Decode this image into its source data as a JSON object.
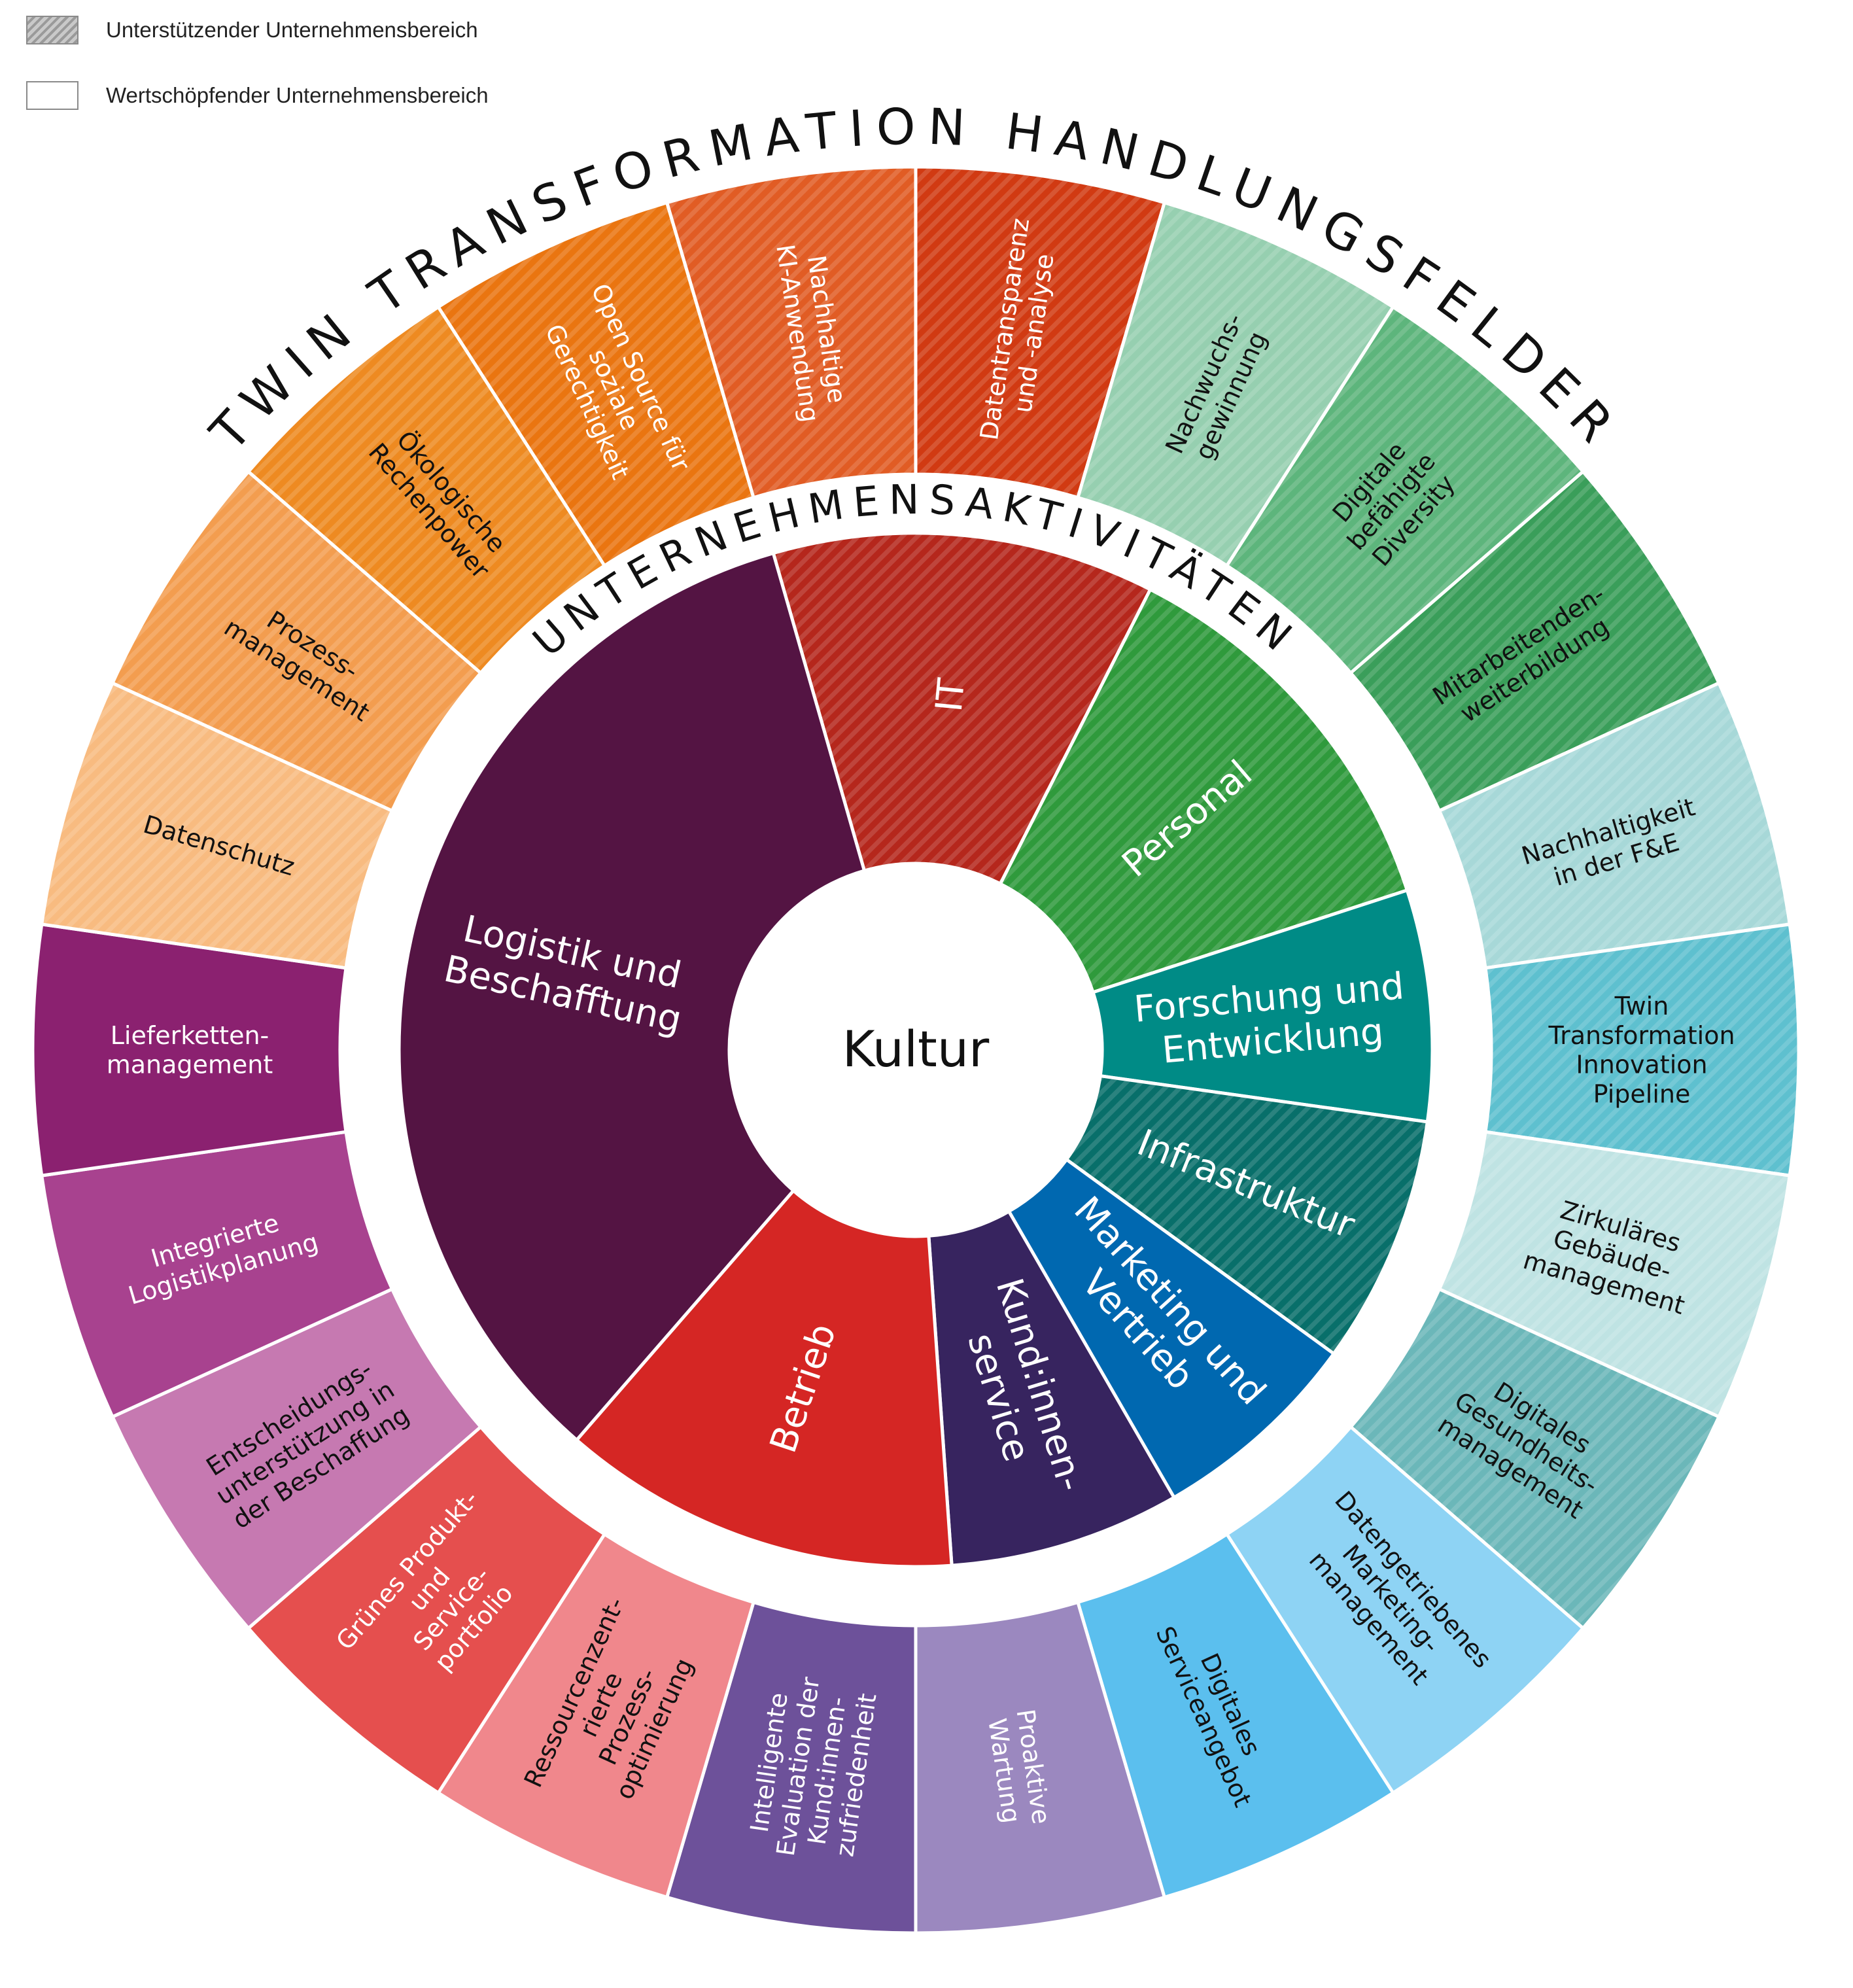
{
  "legend": [
    {
      "label": "Unterstützender Unternehmensbereich",
      "style": "hatched"
    },
    {
      "label": "Wertschöpfender Unternehmensbereich",
      "style": "plain"
    }
  ],
  "outer_title": "TWIN TRANSFORMATION HANDLUNGSFELDER",
  "middle_title": "UNTERNEHMENSAKTIVITÄTEN",
  "center_label": "Kultur",
  "inner_segments": [
    {
      "label": "IT",
      "color": "#b5271c",
      "hatched": true
    },
    {
      "label": "Personal",
      "color": "#2f9a3c",
      "hatched": true
    },
    {
      "label": "Forschung und Entwicklung",
      "color": "#008b86",
      "hatched": false
    },
    {
      "label": "Infrastruktur",
      "color": "#086f6a",
      "hatched": true
    },
    {
      "label": "Marketing und Vertrieb",
      "color": "#0068b0",
      "hatched": false
    },
    {
      "label": "Kund:innen-service",
      "color": "#37245f",
      "hatched": false
    },
    {
      "label": "Betrieb",
      "color": "#d52624",
      "hatched": false
    },
    {
      "label": "Logistik und Beschafftung",
      "color": "#541443",
      "hatched": false
    }
  ],
  "outer_segments": [
    {
      "label": "Datentransparenz und -analyse",
      "color": "#d13a12",
      "hatched": true
    },
    {
      "label": "Nachwuchs-gewinnung",
      "color": "#96cfb0",
      "hatched": true
    },
    {
      "label": "Digitale befähigte Diversity",
      "color": "#5db57c",
      "hatched": true
    },
    {
      "label": "Mitarbeitenden-weiterbildung",
      "color": "#3a9e5a",
      "hatched": true
    },
    {
      "label": "Nachhaltigkeit in der F&E",
      "color": "#a7d8d8",
      "hatched": true
    },
    {
      "label": "Twin Transformation Innovation Pipeline",
      "color": "#5ec0cf",
      "hatched": true
    },
    {
      "label": "Zirkuläres Gebäude-management",
      "color": "#bfe3e3",
      "hatched": true
    },
    {
      "label": "Digitales Gesundheits-management",
      "color": "#6bb7b9",
      "hatched": true
    },
    {
      "label": "Datengetriebenes Marketing-management",
      "color": "#8ed3f4",
      "hatched": false
    },
    {
      "label": "Digitales Serviceangebot",
      "color": "#5bbfee",
      "hatched": false
    },
    {
      "label": "Proaktive Wartung",
      "color": "#9b88bf",
      "hatched": false
    },
    {
      "label": "Intelligente Evaluation der Kund:innen-zufriedenheit",
      "color": "#6d519a",
      "hatched": false
    },
    {
      "label": "Ressourcenzent-rierte Prozess-optimierung",
      "color": "#f0878c",
      "hatched": false
    },
    {
      "label": "Grünes Produkt- und Service-portfolio",
      "color": "#e54f4e",
      "hatched": false
    },
    {
      "label": "Entscheidungs-unterstützung in der Beschaffung",
      "color": "#c679b1",
      "hatched": false
    },
    {
      "label": "Integrierte Logistikplanung",
      "color": "#a8428f",
      "hatched": false
    },
    {
      "label": "Lieferketten-management",
      "color": "#8b2170",
      "hatched": false
    },
    {
      "label": "Datenschutz",
      "color": "#f8bb80",
      "hatched": true
    },
    {
      "label": "Prozess-management",
      "color": "#f39d4f",
      "hatched": true
    },
    {
      "label": "Ökologische Rechenpower",
      "color": "#ee8a21",
      "hatched": true
    },
    {
      "label": "Open Source für soziale Gerechtigkeit",
      "color": "#ea7510",
      "hatched": true
    },
    {
      "label": "Nachhaltige KI-Anwendung",
      "color": "#e15c24",
      "hatched": true
    }
  ]
}
